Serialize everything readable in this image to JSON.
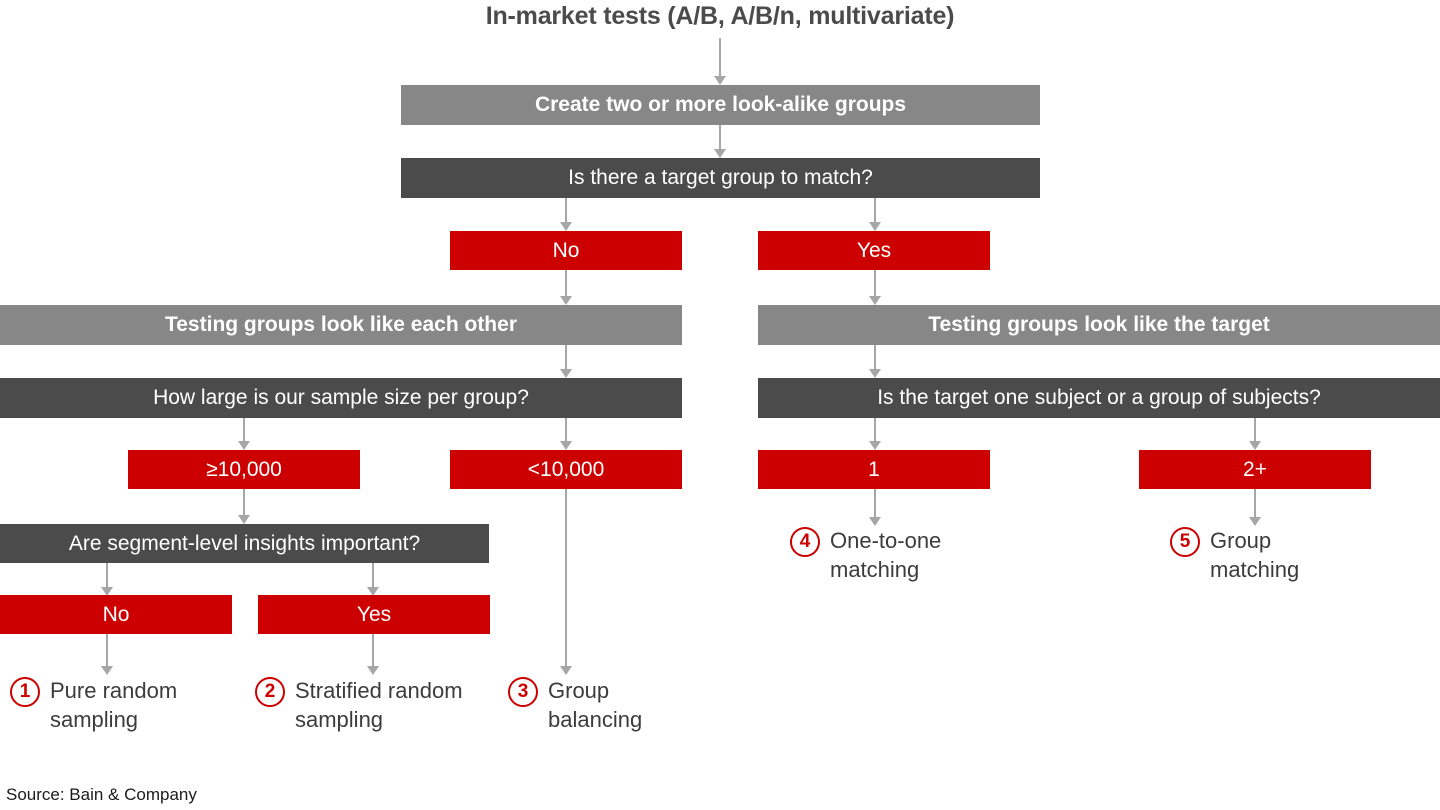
{
  "title": "In-market tests (A/B, A/B/n, multivariate)",
  "colors": {
    "gray_band": "#878787",
    "dark_band": "#4b4b4b",
    "red_band": "#cc0000",
    "arrow": "#a6a6a6",
    "title_text": "#4b4b4b",
    "outcome_text": "#3c3c3c"
  },
  "nodes": {
    "create_groups": "Create two or more look-alike groups",
    "target_group_question": "Is there a target group to match?",
    "target_no": "No",
    "target_yes": "Yes",
    "left_branch_header": "Testing groups look like each other",
    "right_branch_header": "Testing groups look like the target",
    "sample_size_question": "How large is our sample size per group?",
    "target_subject_question": "Is the target one subject or a group of subjects?",
    "sample_ge": "≥10,000",
    "sample_lt": "<10,000",
    "target_one": "1",
    "target_two_plus": "2+",
    "segment_question": "Are segment-level insights important?",
    "segment_no": "No",
    "segment_yes": "Yes"
  },
  "outcomes": [
    {
      "number": "1",
      "label": "Pure random\nsampling"
    },
    {
      "number": "2",
      "label": "Stratified random\nsampling"
    },
    {
      "number": "3",
      "label": "Group\nbalancing"
    },
    {
      "number": "4",
      "label": "One-to-one\nmatching"
    },
    {
      "number": "5",
      "label": "Group\nmatching"
    }
  ],
  "source": "Source: Bain & Company"
}
